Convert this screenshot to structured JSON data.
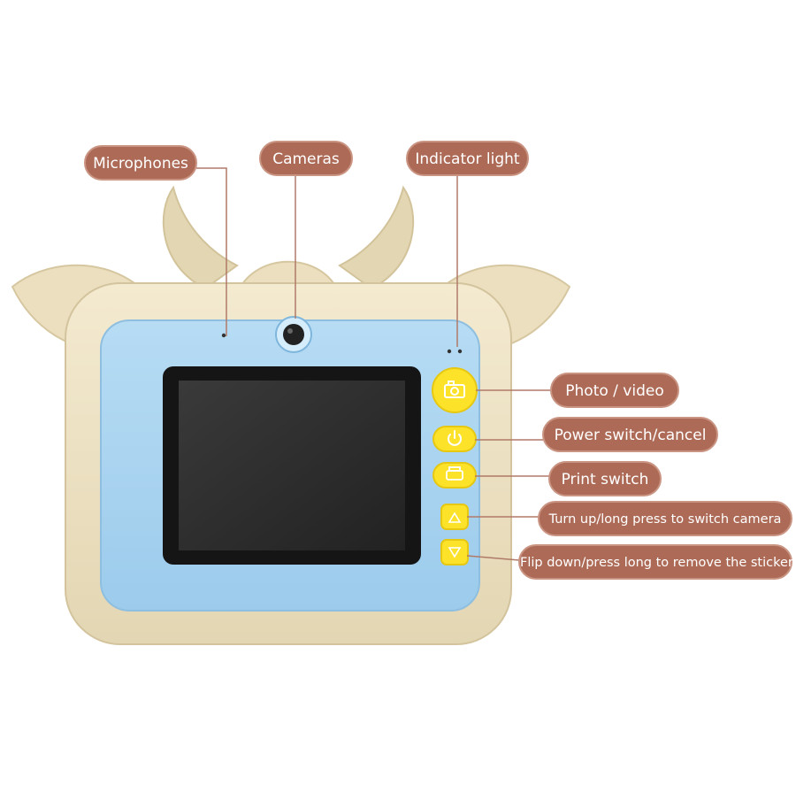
{
  "labels": {
    "microphones": "Microphones",
    "cameras": "Cameras",
    "indicator_light": "Indicator light",
    "photo_video": "Photo / video",
    "power_switch": "Power switch/cancel",
    "print_switch": "Print switch",
    "turn_up": "Turn up/long press to switch camera",
    "flip_down": "Flip down/press long to remove the sticker"
  },
  "colors": {
    "label_bg": "#ad6b57",
    "leader_line": "#b07a68",
    "body_shell": "#efe4c4",
    "face_panel": "#a9d3ef",
    "screen": "#2e2e2e",
    "button": "#fde22a"
  },
  "icons": [
    "camera-icon",
    "power-icon",
    "print-icon",
    "up-arrow-icon",
    "down-arrow-icon"
  ]
}
